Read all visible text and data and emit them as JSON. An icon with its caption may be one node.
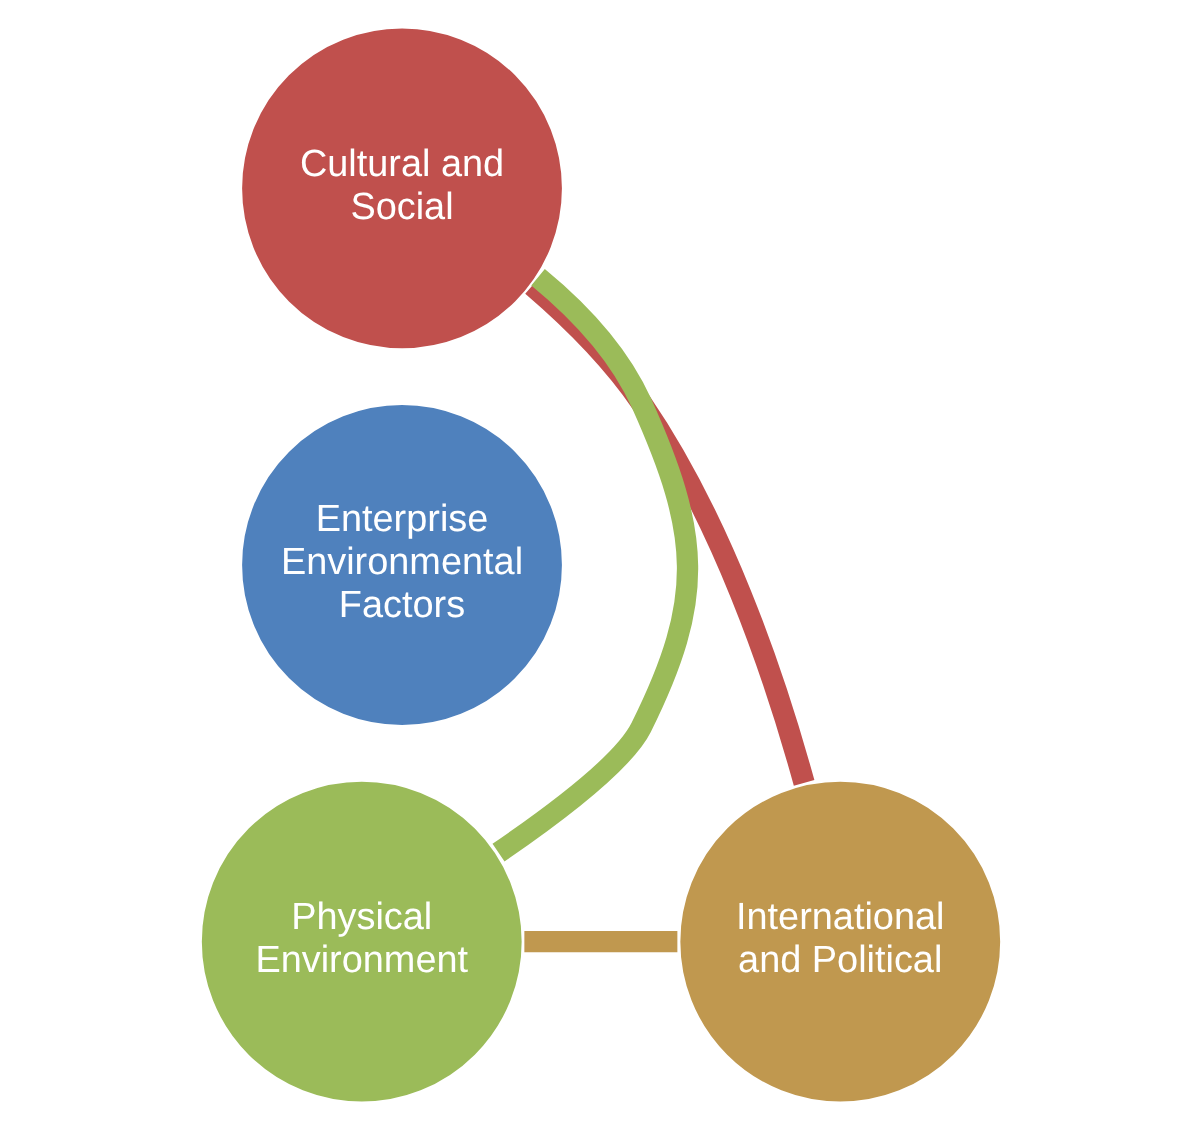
{
  "diagram": {
    "nodes": [
      {
        "text": [
          "Cultural and Social"
        ]
      },
      {
        "text": [
          "Enterprise Environmental Factors"
        ]
      },
      {
        "text": [
          "Physical Environment"
        ]
      },
      {
        "text": [
          "International and Political"
        ]
      }
    ],
    "edges": [
      {
        "from": 0,
        "to": 3,
        "arrow": "none",
        "color": "#c0504d"
      },
      {
        "from": 3,
        "to": 2,
        "arrow": "none",
        "color": "#c0984f"
      },
      {
        "from": 2,
        "to": 0,
        "arrow": "none",
        "color": "#9bbb59"
      }
    ]
  }
}
